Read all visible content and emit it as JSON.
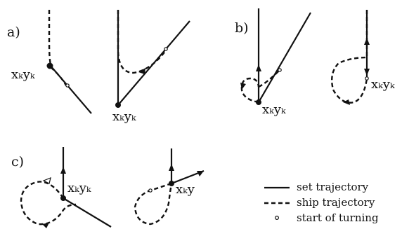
{
  "panels": {
    "a": "a)",
    "b": "b)",
    "c": "c)"
  },
  "point_labels": {
    "a_left": "xₖyₖ",
    "a_right": "xₖyₖ",
    "b_left": "xₖyₖ",
    "b_right": "xₖyₖ",
    "c_left": "xₖyₖ",
    "c_right": "xₖy"
  },
  "legend": {
    "set_trajectory": "set trajectory",
    "ship_trajectory": "ship trajectory",
    "start_of_turning": "start of turning"
  }
}
